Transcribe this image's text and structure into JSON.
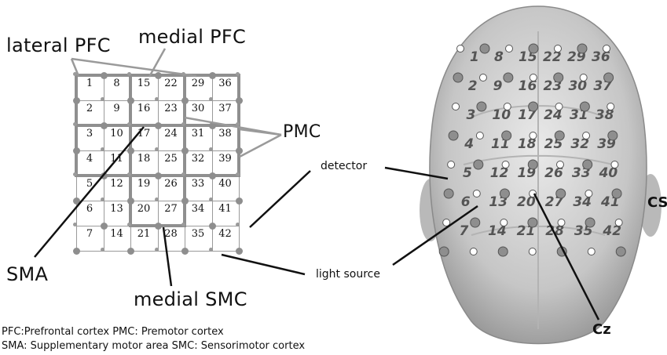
{
  "labels": {
    "lateral_pfc": "lateral PFC",
    "medial_pfc": "medial PFC",
    "pmc": "PMC",
    "sma": "SMA",
    "medial_smc": "medial SMC",
    "detector": "detector",
    "light_source": "light source",
    "cz": "Cz",
    "cs": "CS"
  },
  "legend": {
    "line1": "PFC:Prefrontal cortex    PMC: Premotor cortex",
    "line2": "SMA: Supplementary motor area  SMC: Sensorimotor cortex"
  },
  "grid_rows": [
    [
      "1",
      "8",
      "15",
      "22",
      "29",
      "36"
    ],
    [
      "2",
      "9",
      "16",
      "23",
      "30",
      "37"
    ],
    [
      "3",
      "10",
      "17",
      "24",
      "31",
      "38"
    ],
    [
      "4",
      "11",
      "18",
      "25",
      "32",
      "39"
    ],
    [
      "5",
      "12",
      "19",
      "26",
      "33",
      "40"
    ],
    [
      "6",
      "13",
      "20",
      "27",
      "34",
      "41"
    ],
    [
      "7",
      "14",
      "21",
      "28",
      "35",
      "42"
    ]
  ],
  "head_channels": [
    "1",
    "8",
    "15",
    "22",
    "29",
    "36",
    "2",
    "9",
    "16",
    "23",
    "30",
    "37",
    "3",
    "10",
    "17",
    "24",
    "31",
    "38",
    "4",
    "11",
    "18",
    "25",
    "32",
    "39",
    "5",
    "12",
    "19",
    "26",
    "33",
    "40",
    "6",
    "13",
    "20",
    "27",
    "34",
    "41",
    "7",
    "14",
    "21",
    "28",
    "35",
    "42"
  ],
  "colors": {
    "grid_box": "#8f8f8f",
    "source": "#8e8e8e",
    "head": "#c9c9c9"
  }
}
